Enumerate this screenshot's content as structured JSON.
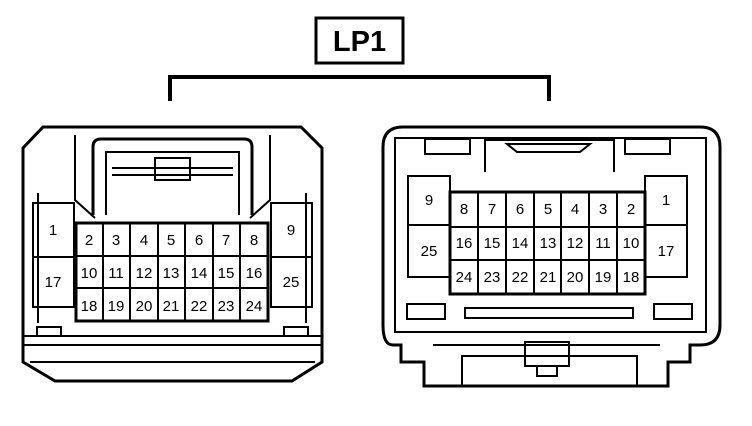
{
  "connector": {
    "title": "LP1",
    "colors": {
      "line": "#000000",
      "background": "#ffffff"
    },
    "left_view": {
      "pins": [
        "1",
        "2",
        "3",
        "4",
        "5",
        "6",
        "7",
        "8",
        "9",
        "10",
        "11",
        "12",
        "13",
        "14",
        "15",
        "16",
        "17",
        "18",
        "19",
        "20",
        "21",
        "22",
        "23",
        "24",
        "25"
      ]
    },
    "right_view": {
      "pins": [
        "1",
        "2",
        "3",
        "4",
        "5",
        "6",
        "7",
        "8",
        "9",
        "10",
        "11",
        "12",
        "13",
        "14",
        "15",
        "16",
        "17",
        "18",
        "19",
        "20",
        "21",
        "22",
        "23",
        "24",
        "25"
      ]
    }
  }
}
